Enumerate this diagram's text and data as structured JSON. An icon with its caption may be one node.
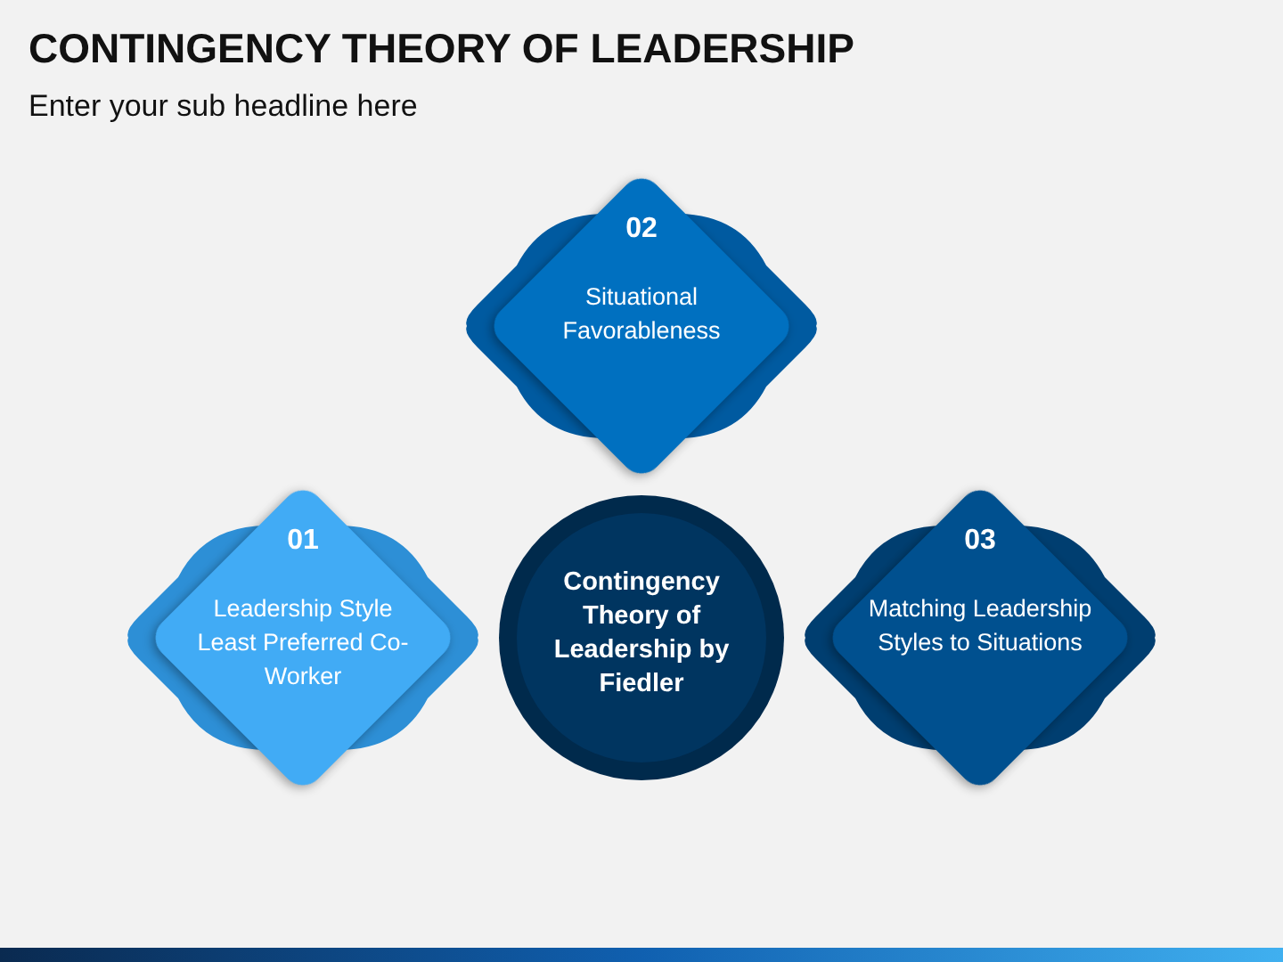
{
  "diagram": {
    "title": "CONTINGENCY THEORY OF LEADERSHIP",
    "caption": "Enter your sub headline here",
    "nodes": [
      {
        "text": [
          "02",
          "Situational Favorableness"
        ]
      },
      {
        "text": [
          "01",
          "Leadership Style Least Preferred Co-Worker"
        ]
      },
      {
        "text": [
          "Contingency Theory of Leadership by Fiedler"
        ]
      },
      {
        "text": [
          "03",
          "Matching Leadership Styles to Situations"
        ]
      }
    ]
  }
}
